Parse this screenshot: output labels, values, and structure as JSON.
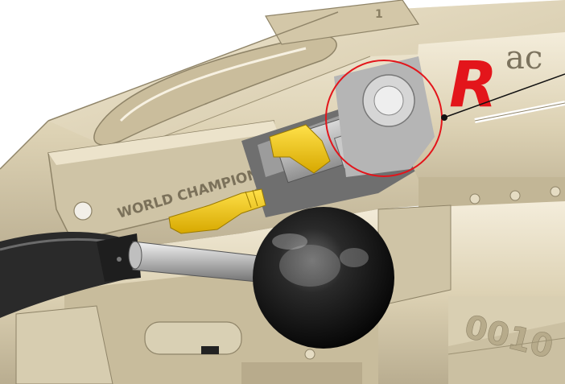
{
  "engraving": {
    "main_text": "WORLD CHAMPION",
    "receiver_number": "1",
    "serial_fragment": "0010"
  },
  "brand": {
    "logo_letter": "R",
    "logo_tail": "ac",
    "accent_color": "#e3151b"
  },
  "callout": {
    "circle_color": "#e3151b",
    "leader_color": "#111111"
  },
  "colors": {
    "frame": "#ddd2b4",
    "frame_dark": "#a99c7e",
    "lever": "#f2c200",
    "steel": "#a8a8a8",
    "knob": "#1b1b1b",
    "grip": "#2a2a2a"
  }
}
